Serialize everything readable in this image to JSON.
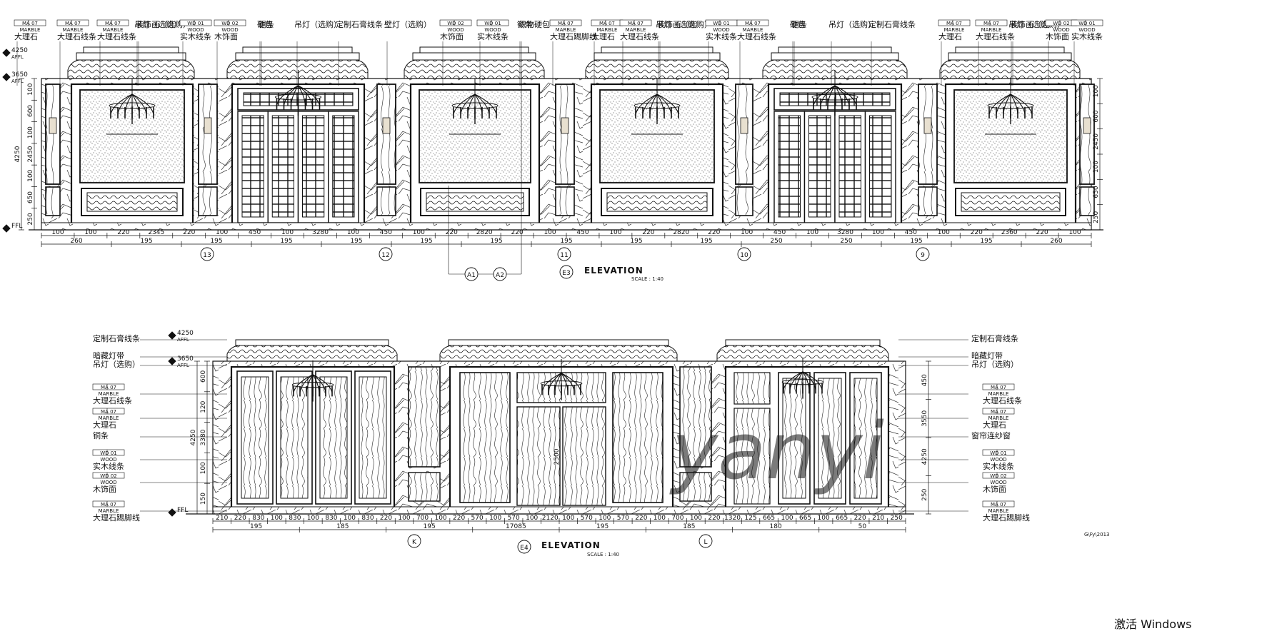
{
  "elevation1": {
    "title": "ELEVATION",
    "scale": "SCALE : 1:40",
    "bay_codes": [
      "13",
      "12",
      "11",
      "10",
      "9"
    ],
    "detail_refs": [
      "A1",
      "A2"
    ],
    "section_tag": "E3",
    "levels": [
      {
        "mark": "4250",
        "unit": "AFFL"
      },
      {
        "mark": "3650",
        "unit": "AFFL"
      },
      {
        "mark": "FFL",
        "unit": ""
      }
    ],
    "height_dims_left": [
      "100",
      "600",
      "100",
      "2450",
      "100",
      "650",
      "250"
    ],
    "total_height": "4250",
    "top_labels": [
      {
        "code": "MA 07",
        "en": "MARBLE",
        "cn": "大理石"
      },
      {
        "code": "MA 07",
        "en": "MARBLE",
        "cn": "大理石线条"
      },
      {
        "code": "MA 07",
        "en": "MARBLE",
        "cn": "大理石线条"
      },
      {
        "cn": "吊灯（选购）"
      },
      {
        "cn": "装饰画（选购）"
      },
      {
        "code": "WD 01",
        "en": "WOOD",
        "cn": "实木线条"
      },
      {
        "code": "WD 02",
        "en": "WOOD",
        "cn": "木饰面"
      },
      {
        "cn": "硬包"
      },
      {
        "cn": "铜条"
      },
      {
        "cn": "吊灯（选购）"
      },
      {
        "cn": "定制石膏线条"
      },
      {
        "cn": "壁灯（选购）"
      },
      {
        "code": "WD 02",
        "en": "WOOD",
        "cn": "木饰面"
      },
      {
        "code": "WD 01",
        "en": "WOOD",
        "cn": "实木线条"
      },
      {
        "cn": "铜条"
      },
      {
        "cn": "织物硬包"
      },
      {
        "code": "MA 07",
        "en": "MARBLE",
        "cn": "大理石踢脚线"
      },
      {
        "code": "MA 07",
        "en": "MARBLE",
        "cn": "大理石"
      },
      {
        "code": "MA 07",
        "en": "MARBLE",
        "cn": "大理石线条"
      },
      {
        "cn": "吊灯（选购）"
      },
      {
        "cn": "装饰画（选购）"
      },
      {
        "code": "WD 01",
        "en": "WOOD",
        "cn": "实木线条"
      },
      {
        "code": "MA 07",
        "en": "MARBLE",
        "cn": "大理石线条"
      },
      {
        "cn": "硬包"
      },
      {
        "cn": "铜条"
      },
      {
        "cn": "吊灯（选购）"
      },
      {
        "cn": "定制石膏线条"
      },
      {
        "code": "MA 07",
        "en": "MARBLE",
        "cn": "大理石"
      },
      {
        "code": "MA 07",
        "en": "MARBLE",
        "cn": "大理石线条"
      },
      {
        "cn": "吊灯（选购）"
      },
      {
        "cn": "装饰画（选购）"
      },
      {
        "code": "WD 02",
        "en": "WOOD",
        "cn": "木饰面"
      },
      {
        "code": "WD 01",
        "en": "WOOD",
        "cn": "实木线条"
      }
    ],
    "bottom_dims_row1": [
      "100",
      "100",
      "220",
      "2345",
      "220",
      "100",
      "450",
      "100",
      "3280",
      "100",
      "450",
      "100",
      "220",
      "2820",
      "220",
      "100",
      "450",
      "100",
      "220",
      "2820",
      "220",
      "100",
      "450",
      "100",
      "3280",
      "100",
      "450",
      "100",
      "220",
      "2360",
      "220",
      "100"
    ],
    "bottom_dims_row2": [
      "260",
      "195",
      "195",
      "195",
      "195",
      "195",
      "195",
      "195",
      "195",
      "195",
      "250",
      "250",
      "195",
      "195",
      "260"
    ],
    "right_dims": [
      "100",
      "600",
      "2450",
      "100",
      "650",
      "250"
    ]
  },
  "elevation2": {
    "title": "ELEVATION",
    "scale": "SCALE : 1:40",
    "section_tag": "E4",
    "bay_codes": [
      "K",
      "L"
    ],
    "levels": [
      {
        "mark": "4250",
        "unit": "AFFL"
      },
      {
        "mark": "3650",
        "unit": "AFFL"
      },
      {
        "mark": "FFL",
        "unit": ""
      }
    ],
    "left_labels": [
      {
        "cn": "定制石膏线条"
      },
      {
        "cn": "暗藏灯带"
      },
      {
        "cn": "吊灯（选购）"
      },
      {
        "code": "MA 07",
        "en": "MARBLE",
        "cn": "大理石线条"
      },
      {
        "code": "MA 07",
        "en": "MARBLE",
        "cn": "大理石"
      },
      {
        "cn": "铜条"
      },
      {
        "code": "WD 01",
        "en": "WOOD",
        "cn": "实木线条"
      },
      {
        "code": "WD 02",
        "en": "WOOD",
        "cn": "木饰面"
      },
      {
        "code": "MA 07",
        "en": "MARBLE",
        "cn": "大理石踢脚线"
      }
    ],
    "right_labels": [
      {
        "cn": "定制石膏线条"
      },
      {
        "cn": "暗藏灯带"
      },
      {
        "cn": "吊灯（选购）"
      },
      {
        "code": "MA 07",
        "en": "MARBLE",
        "cn": "大理石线条"
      },
      {
        "code": "MA 07",
        "en": "MARBLE",
        "cn": "大理石"
      },
      {
        "cn": "窗帘连纱窗"
      },
      {
        "code": "WD 01",
        "en": "WOOD",
        "cn": "实木线条"
      },
      {
        "code": "WD 02",
        "en": "WOOD",
        "cn": "木饰面"
      },
      {
        "code": "MA 07",
        "en": "MARBLE",
        "cn": "大理石踢脚线"
      }
    ],
    "height_dims_left": [
      "600",
      "120",
      "3380",
      "100",
      "150"
    ],
    "total_height": "4250",
    "right_dims": [
      "450",
      "3550",
      "4250",
      "250"
    ],
    "center_door_dim": "2500",
    "bottom_dims_row1": [
      "210",
      "220",
      "830",
      "100",
      "830",
      "100",
      "830",
      "100",
      "830",
      "220",
      "100",
      "700",
      "100",
      "220",
      "570",
      "100",
      "570",
      "100",
      "2120",
      "100",
      "570",
      "100",
      "570",
      "220",
      "100",
      "700",
      "100",
      "220",
      "1320",
      "125",
      "665",
      "100",
      "665",
      "100",
      "665",
      "220",
      "210",
      "250"
    ],
    "bottom_dims_row2": [
      "195",
      "185",
      "195",
      "17085",
      "195",
      "185",
      "180",
      "50"
    ],
    "drawing_ref": "G\\Fy\\2013"
  },
  "watermark": "yanyi",
  "os_overlay": "激活 Windows"
}
